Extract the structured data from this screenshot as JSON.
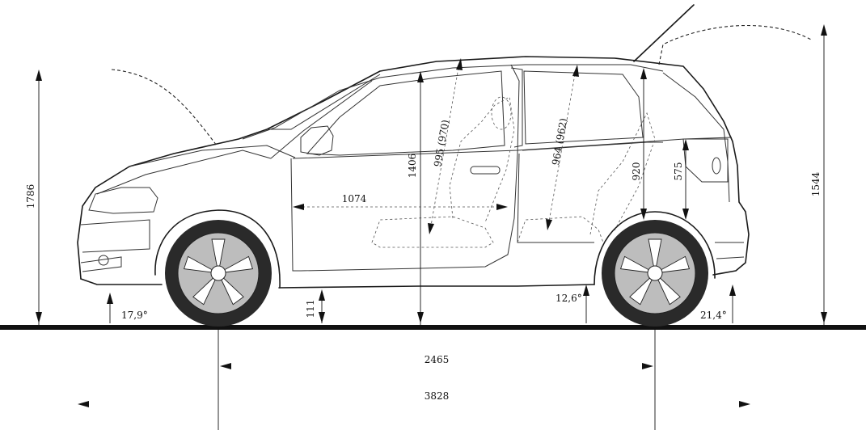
{
  "dimensions": {
    "overall_height": "1786",
    "roof_height_rear": "1544",
    "front_headroom": "1406",
    "front_seat_height": "995 (970)",
    "rear_seat_height": "964 (962)",
    "rear_headroom": "920",
    "boot_height": "575",
    "front_legroom": "1074",
    "ground_clearance": "111",
    "approach_angle": "17,9°",
    "ramp_angle": "12,6°",
    "departure_angle": "21,4°",
    "wheelbase": "2465",
    "overall_length": "3828"
  },
  "colors": {
    "line": "#1a1a1a",
    "tyre": "#2a2a2a",
    "rim": "#bdbdbd",
    "ground": "#111111"
  }
}
